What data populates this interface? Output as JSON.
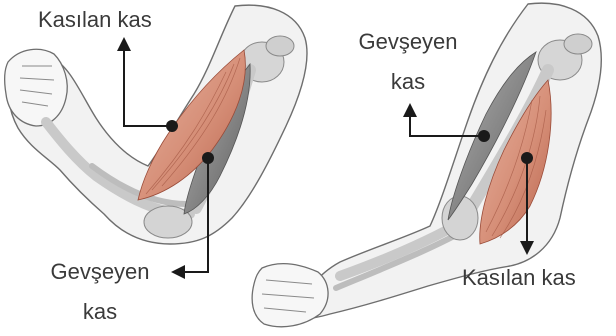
{
  "left_arm": {
    "contracted_label": "Kasılan kas",
    "relaxed_label_line1": "Gevşeyen",
    "relaxed_label_line2": "kas"
  },
  "right_arm": {
    "relaxed_label_line1": "Gevşeyen",
    "relaxed_label_line2": "kas",
    "contracted_label": "Kasılan kas"
  },
  "colors": {
    "skin_fill": "#f2f2f2",
    "skin_outline": "#6e6e6e",
    "bone": "#c9c9c9",
    "contracted_muscle": "#d68f78",
    "relaxed_muscle": "#8a8a8a",
    "leader_line": "#1a1a1a"
  },
  "icons": [
    "arm-flexed-illustration",
    "arm-extended-illustration",
    "arrow-up-icon",
    "arrow-left-icon",
    "arrow-down-icon"
  ]
}
